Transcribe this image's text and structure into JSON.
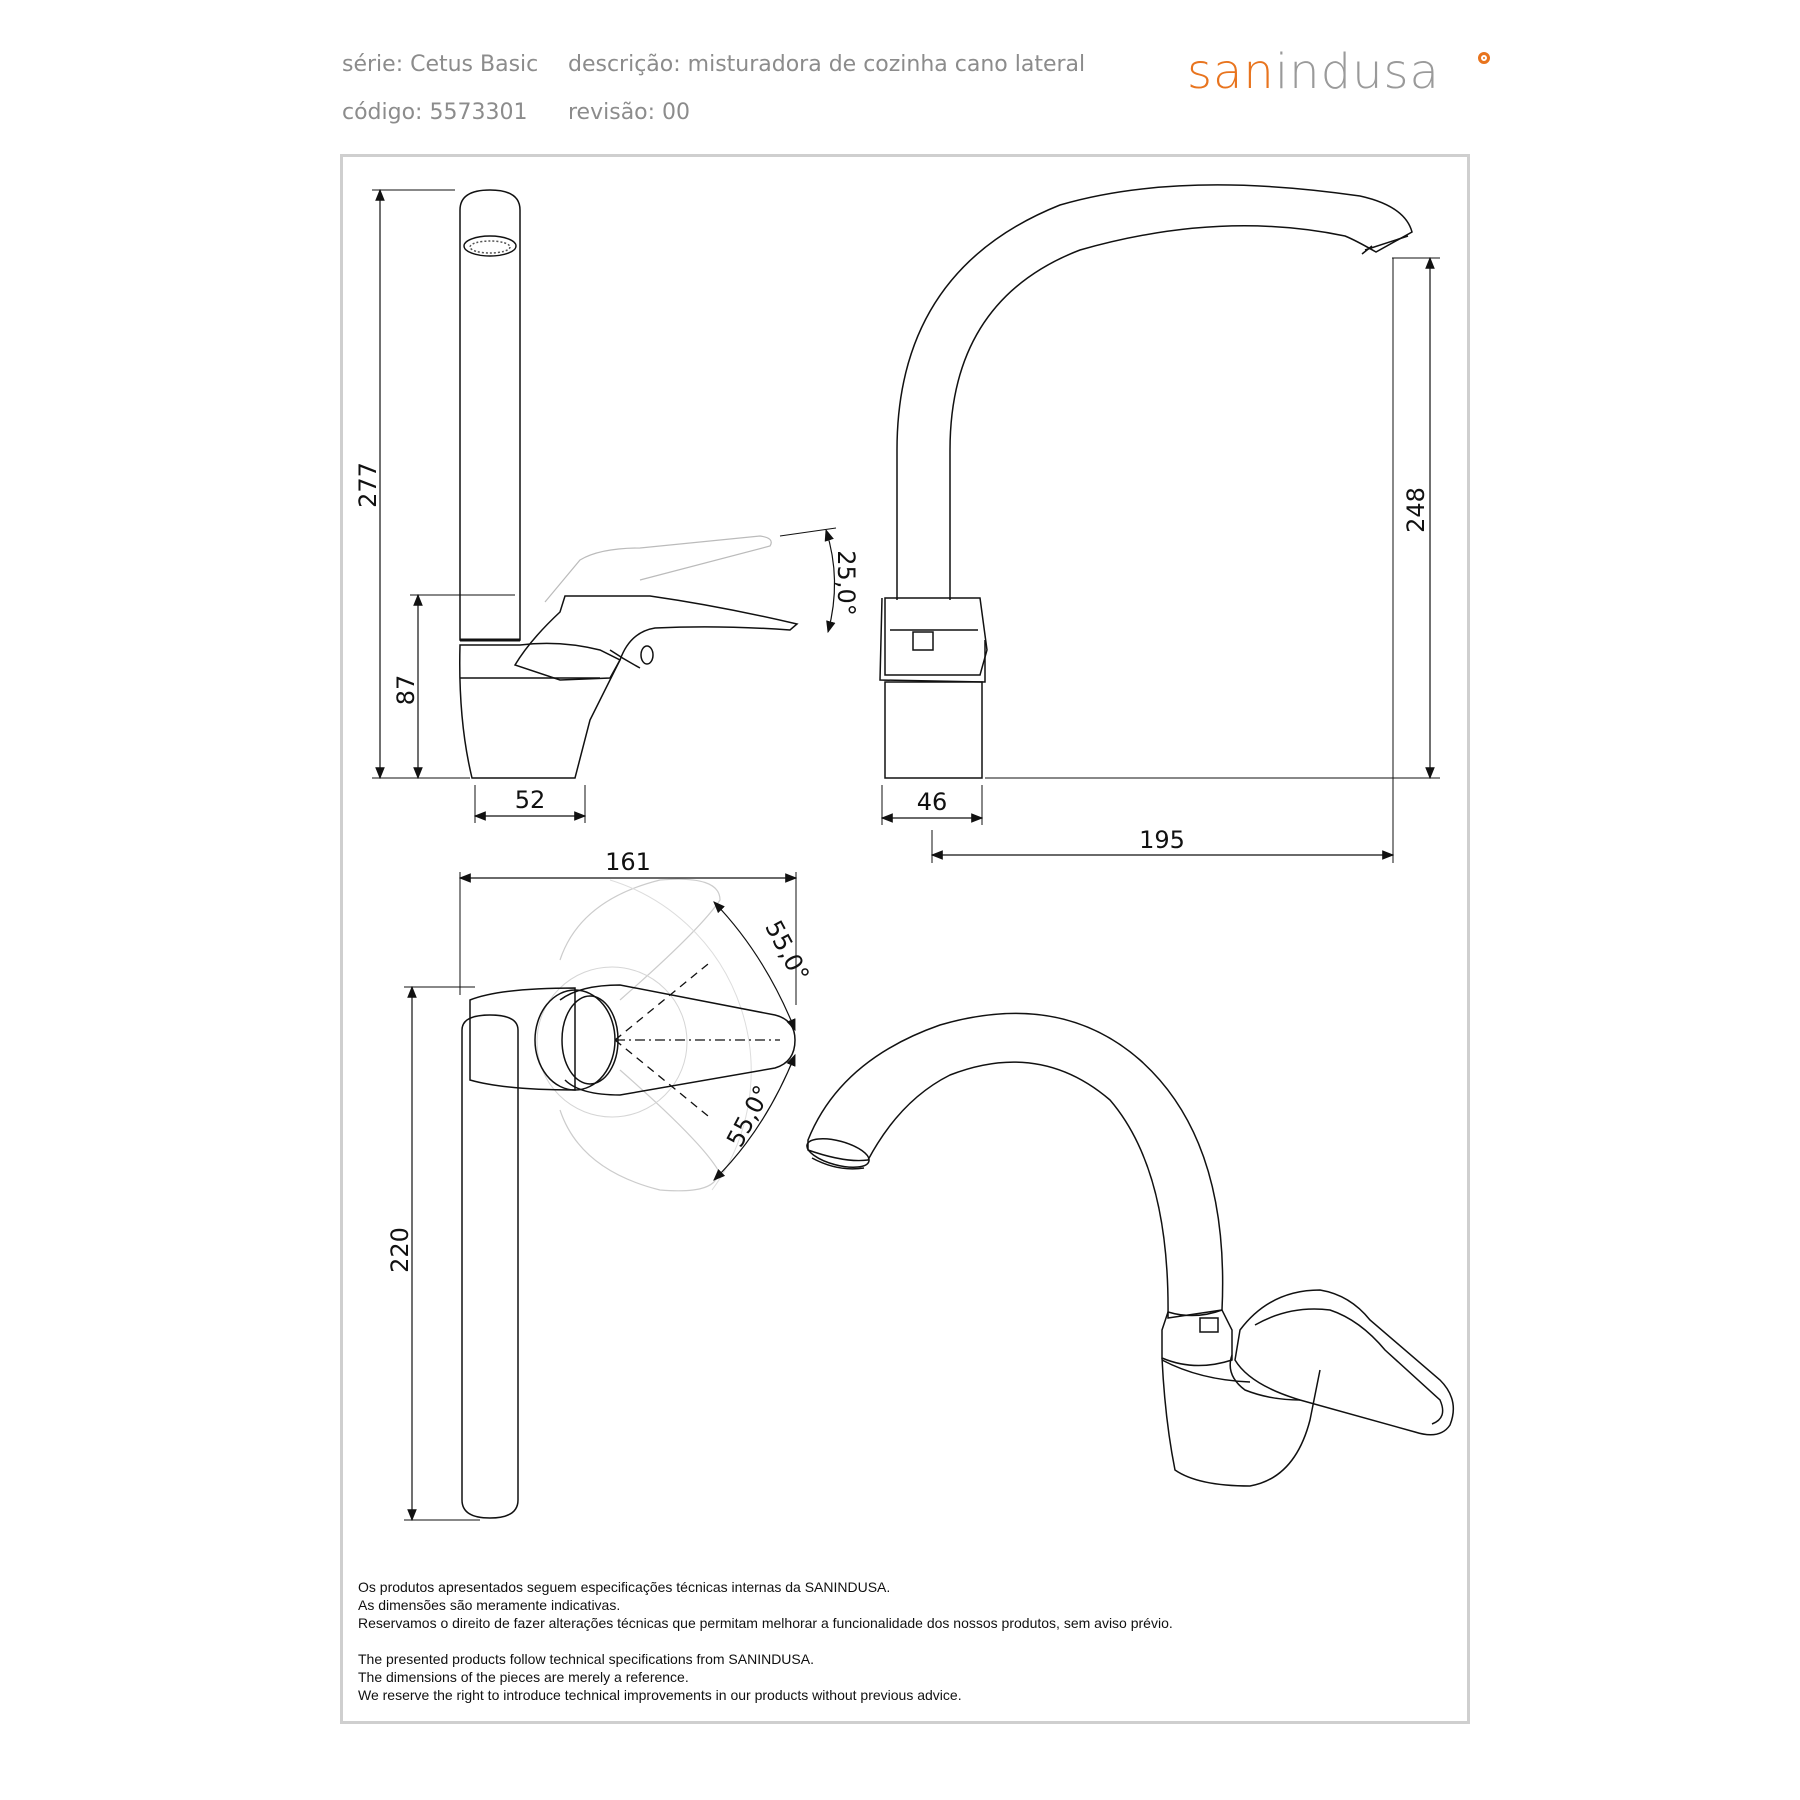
{
  "header": {
    "serie": "série: Cetus Basic",
    "descricao": "descrição: misturadora de cozinha cano lateral",
    "codigo": "código: 5573301",
    "revisao": "revisão: 00"
  },
  "logo": {
    "part_a": "san",
    "part_b": "indusa"
  },
  "dimensions": {
    "height_total": "277",
    "height_body": "87",
    "base_width_side": "52",
    "lever_angle": "25,0°",
    "spout_height": "248",
    "base_width_front": "46",
    "spout_reach": "195",
    "top_width": "161",
    "rotation_angle_upper": "55,0°",
    "rotation_angle_lower": "55,0°",
    "top_length": "220"
  },
  "notes_pt": [
    "Os produtos apresentados seguem especificações técnicas internas da SANINDUSA.",
    "As dimensões são meramente indicativas.",
    "Reservamos o direito de fazer alterações técnicas que permitam melhorar a funcionalidade dos nossos produtos, sem aviso prévio."
  ],
  "notes_en": [
    "The presented products follow technical specifications from SANINDUSA.",
    "The dimensions of the pieces are merely a reference.",
    "We reserve the right to introduce technical improvements in our products without previous advice."
  ]
}
